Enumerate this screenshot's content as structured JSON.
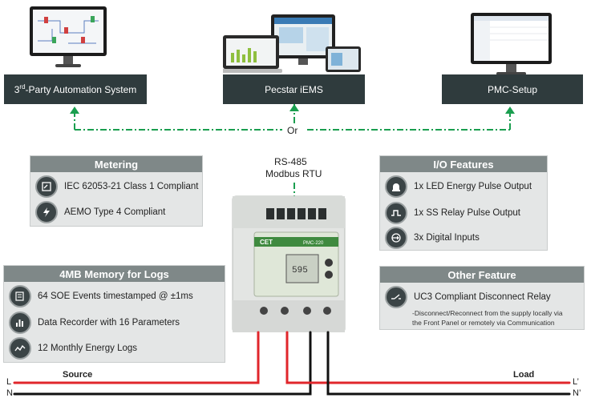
{
  "systems": {
    "third_party_label": "3rd-Party Automation System",
    "pecstar_label": "Pecstar iEMS",
    "pmc_setup_label": "PMC-Setup"
  },
  "comm": {
    "or_label": "Or",
    "rs485_label": "RS-485",
    "modbus_label": "Modbus RTU"
  },
  "metering": {
    "title": "Metering",
    "items": [
      {
        "text": "IEC 62053-21 Class 1 Compliant",
        "icon": "meter-icon"
      },
      {
        "text": "AEMO Type 4 Compliant",
        "icon": "lightning-icon"
      }
    ]
  },
  "memory": {
    "title": "4MB Memory for Logs",
    "items": [
      {
        "text": "64 SOE Events timestamped @ ±1ms",
        "icon": "log-edit-icon"
      },
      {
        "text": "Data Recorder with 16 Parameters",
        "icon": "bar-chart-icon"
      },
      {
        "text": "12 Monthly Energy Logs",
        "icon": "trend-icon"
      }
    ]
  },
  "io": {
    "title": "I/O Features",
    "items": [
      {
        "text": "1x LED Energy Pulse Output",
        "icon": "siren-icon"
      },
      {
        "text": "1x SS Relay Pulse Output",
        "icon": "pulse-icon"
      },
      {
        "text": "3x Digital Inputs",
        "icon": "input-icon"
      }
    ]
  },
  "other": {
    "title": "Other Feature",
    "item_text": "UC3 Compliant Disconnect Relay",
    "item_icon": "relay-icon",
    "note_line1": "-Disconnect/Reconnect from the supply locally via",
    "note_line2": "the Front Panel or remotely via Communication"
  },
  "wiring": {
    "source_label": "Source",
    "load_label": "Load",
    "l_label": "L",
    "n_label": "N",
    "l_prime_label": "L’",
    "n_prime_label": "N’"
  },
  "device": {
    "brand_text": "CET",
    "model_text": "PMC-220",
    "display_value": "595"
  },
  "colors": {
    "dark_box": "#2f3b3d",
    "panel_bg": "#e4e6e6",
    "panel_title": "#7f8888",
    "green_dash": "#1a9e4f",
    "live_wire": "#e0262b",
    "neutral_wire": "#111111"
  }
}
